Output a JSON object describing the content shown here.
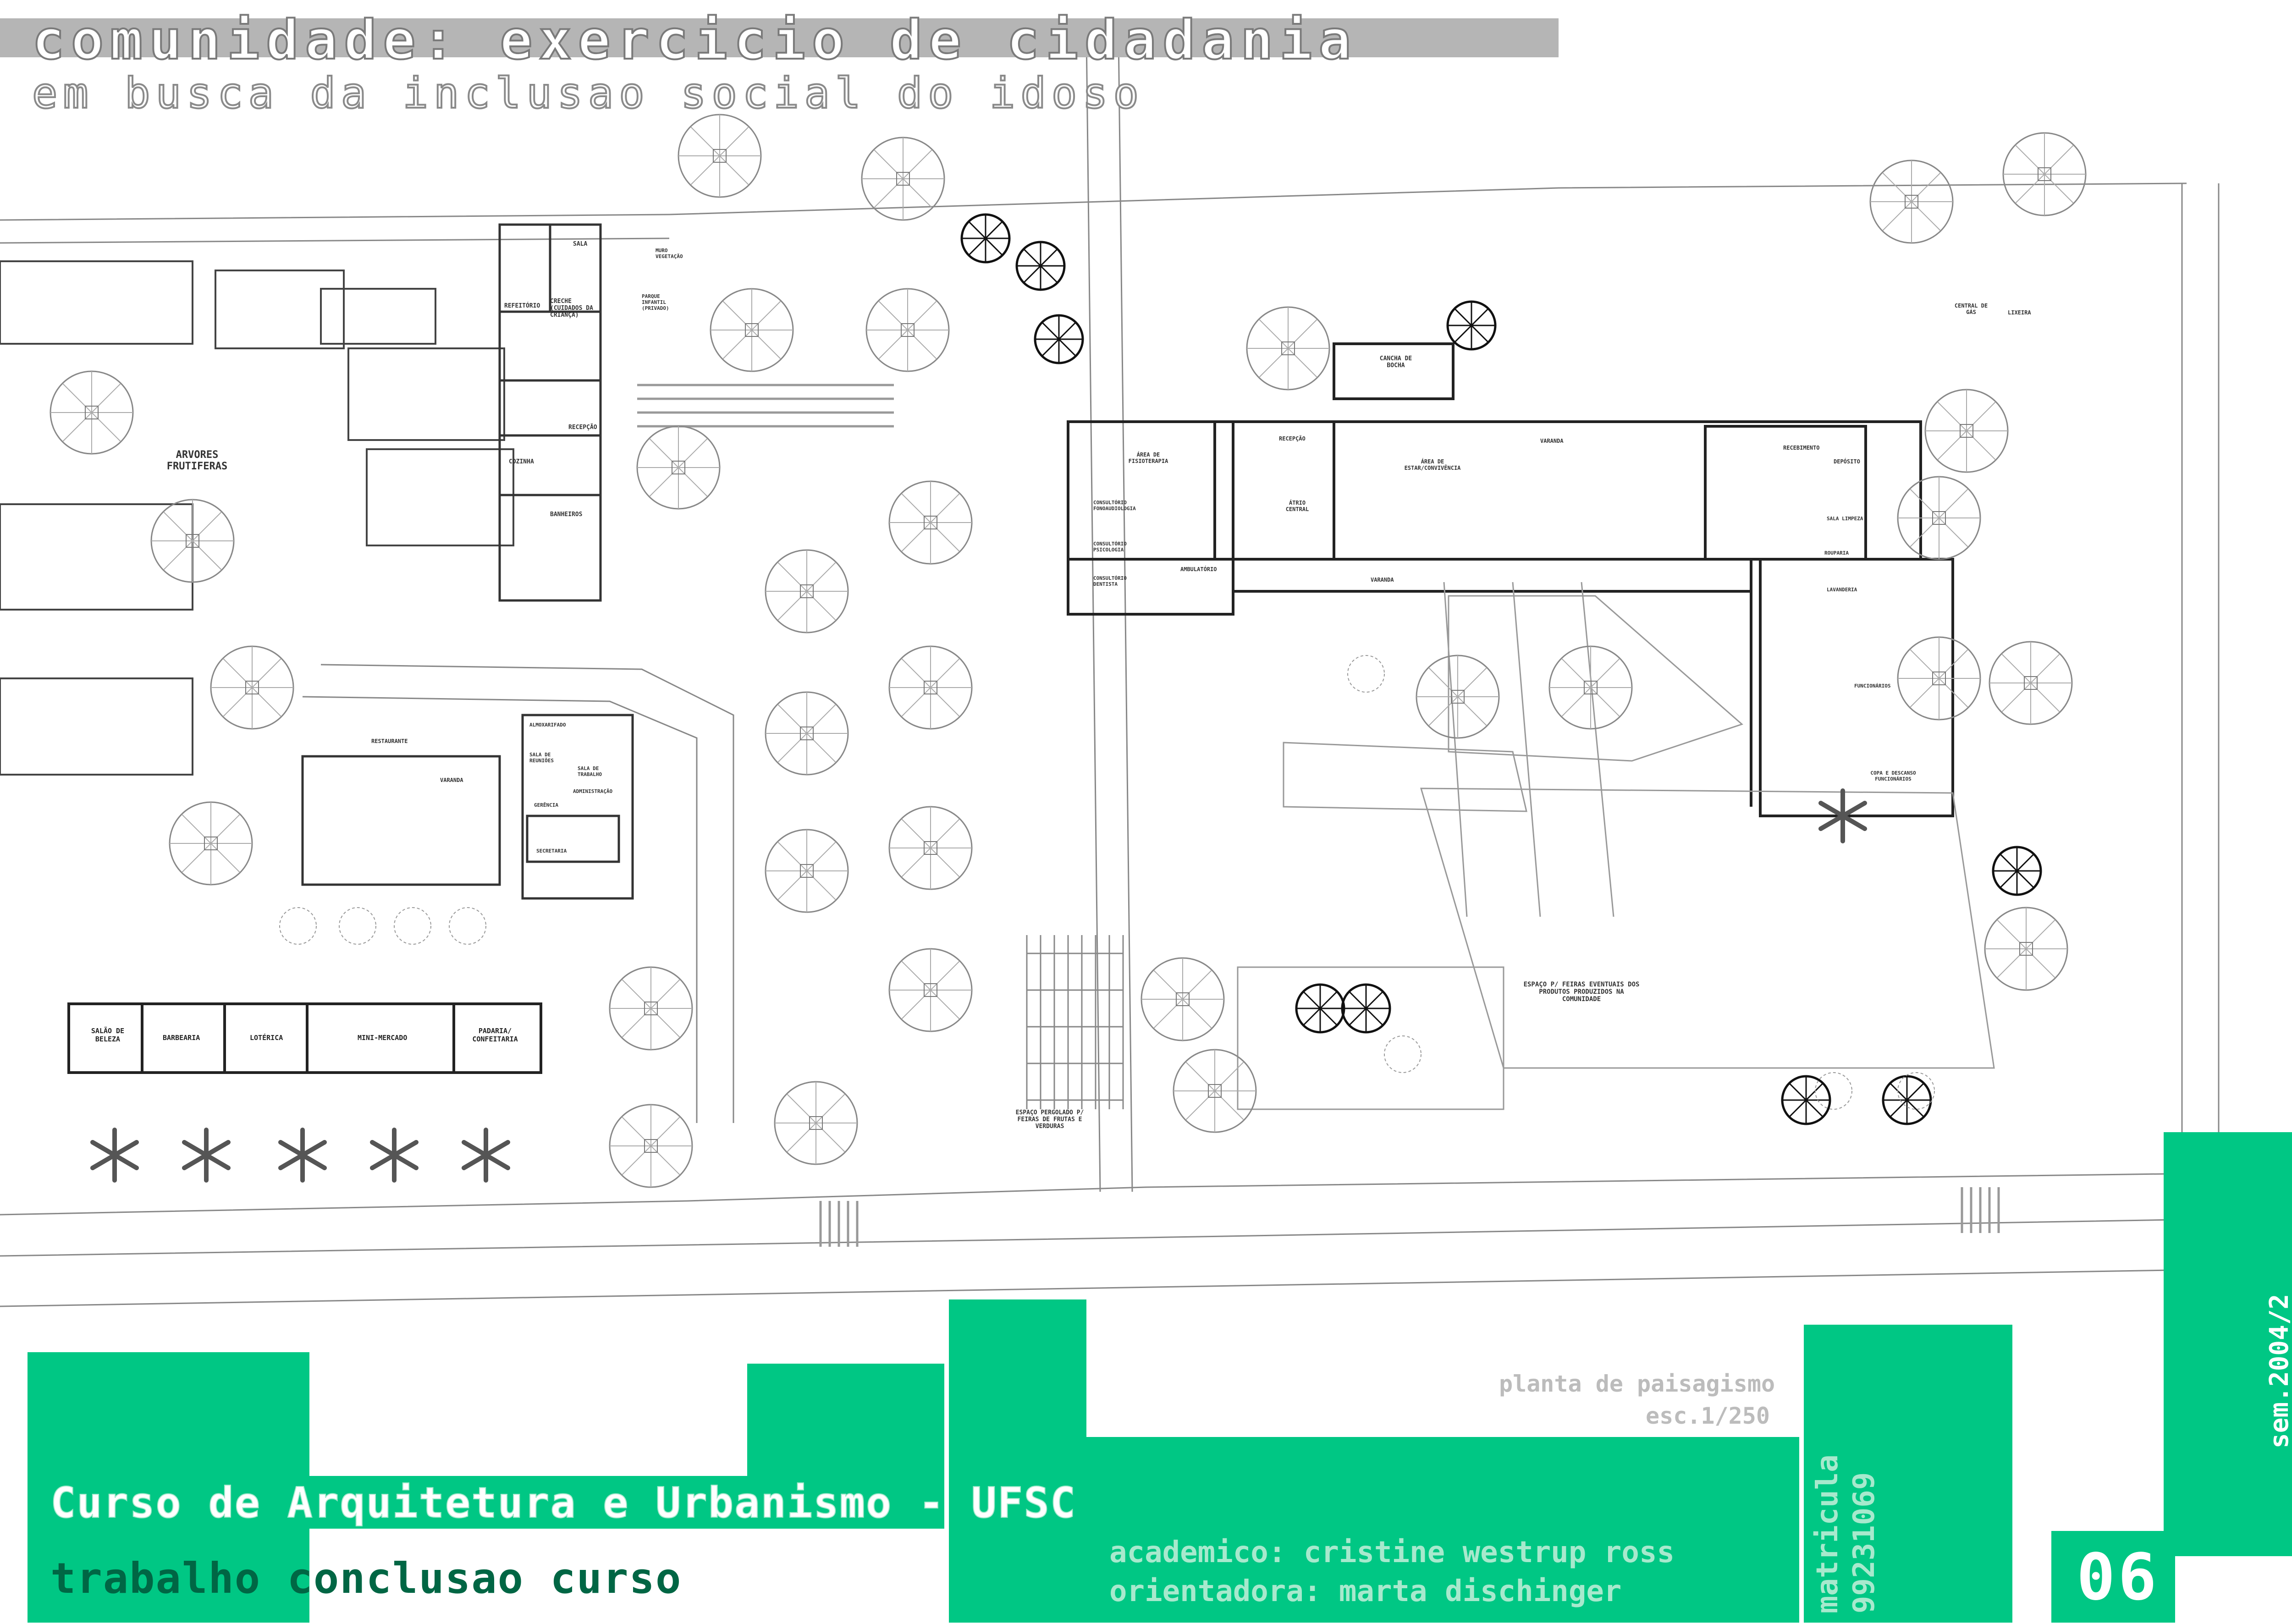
{
  "header": {
    "title": "comunidade: exercicio de cidadania",
    "subtitle": "em busca da inclusao social do idoso"
  },
  "plan_labels": {
    "arvores": "ARVORES FRUTIFERAS",
    "sala": "SALA",
    "refeitorio": "REFEITÓRIO",
    "creche": "CRECHE (CUIDADOS DA CRIANÇA)",
    "cozinha": "COZINHA",
    "recepcao_creche": "RECEPÇÃO",
    "banheiros": "BANHEIROS",
    "muro": "MURO VEGETAÇÃO",
    "parque": "PARQUE INFANTIL (PRIVADO)",
    "restaurante": "RESTAURANTE",
    "varanda": "VARANDA",
    "almoxarifado": "ALMOXARIFADO",
    "sala_reunioes": "SALA DE REUNIÕES",
    "sala_trabalho": "SALA DE TRABALHO",
    "administracao": "ADMINISTRAÇÃO",
    "gerencia": "GERÊNCIA",
    "secretaria": "SECRETARIA",
    "salao_beleza": "SALÃO DE BELEZA",
    "barbearia": "BARBEARIA",
    "loterica": "LOTÉRICA",
    "mini_mercado": "MINI-MERCADO",
    "padaria": "PADARIA/ CONFEITARIA",
    "area_fisio": "ÁREA DE FISIOTERAPIA",
    "consult_fono": "CONSULTÓRIO FONOAUDIOLOGIA",
    "consult_psico": "CONSULTÓRIO PSICOLOGIA",
    "consult_dent": "CONSULTÓRIO DENTISTA",
    "recepcao": "RECEPÇÃO",
    "ambulatorio": "AMBULATÓRIO",
    "atrio": "ÁTRIO CENTRAL",
    "varanda_leste": "VARANDA",
    "area_estar": "ÁREA DE ESTAR/CONVIVÊNCIA",
    "cancha": "CANCHA DE BOCHA",
    "varanda_norte": "VARANDA",
    "recebimento": "RECEBIMENTO",
    "deposito": "DEPÓSITO",
    "sala_limpeza": "SALA LIMPEZA",
    "rouparia": "ROUPARIA",
    "lavanderia": "LAVANDERIA",
    "funcionarios": "FUNCIONÁRIOS",
    "copa": "COPA E DESCANSO FUNCIONÁRIOS",
    "central_gas": "CENTRAL DE GÁS",
    "lixeira": "LIXEIRA",
    "espaco_feiras": "ESPAÇO P/ FEIRAS EVENTUAIS DOS PRODUTOS PRODUZIDOS NA COMUNIDADE",
    "espaco_pergolado": "ESPAÇO PERGOLADO P/ FEIRAS DE FRUTAS E VERDURAS"
  },
  "footer": {
    "course": "Curso de Arquitetura e Urbanismo - UFSC",
    "work": "trabalho conclusao curso",
    "sheet_title": "planta de paisagismo",
    "scale": "esc.1/250",
    "student": "academico: cristine westrup ross",
    "advisor": "orientadora: marta dischinger",
    "matricula_label": "matricula",
    "matricula": "99231069",
    "semester": "sem.2004/2",
    "sheet_number": "06"
  },
  "colors": {
    "green": "#00c784",
    "title_gray": "#b5b5b5",
    "line": "#777777",
    "dark": "#222222"
  }
}
